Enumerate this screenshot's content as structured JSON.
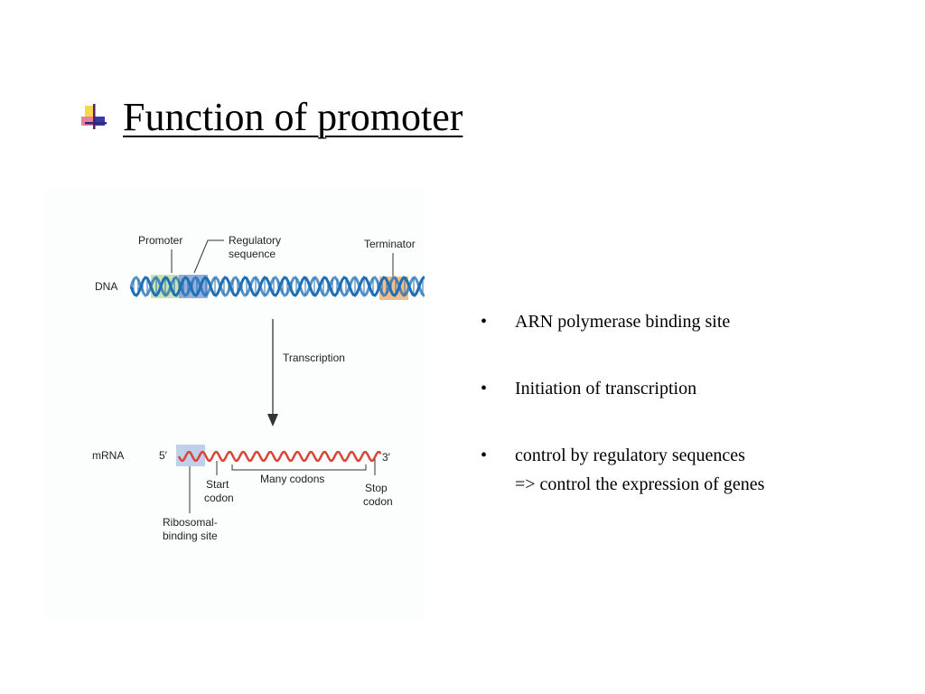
{
  "slide": {
    "title": "Function of promoter",
    "icon": "slide-bullet-cross-icon"
  },
  "figure": {
    "dna_label": "DNA",
    "promoter_label": "Promoter",
    "regulatory_label_line1": "Regulatory",
    "regulatory_label_line2": "sequence",
    "terminator_label": "Terminator",
    "transcription_label": "Transcription",
    "mrna_label": "mRNA",
    "five_prime": "5′",
    "three_prime": "3′",
    "start_codon_line1": "Start",
    "start_codon_line2": "codon",
    "many_codons": "Many codons",
    "stop_codon_line1": "Stop",
    "stop_codon_line2": "codon",
    "ribosomal_line1": "Ribosomal-",
    "ribosomal_line2": "binding site",
    "colors": {
      "dna_strand": "#1f6fb5",
      "promoter_box": "#c8dfa8",
      "regulatory_box": "#8aa6d6",
      "terminator_box": "#f2b77c",
      "mrna_strand": "#d9463a",
      "rbs_box": "#b9cbe8"
    }
  },
  "bullets": [
    {
      "lines": [
        "ARN polymerase binding site"
      ]
    },
    {
      "lines": [
        "Initiation of transcription"
      ]
    },
    {
      "lines": [
        "control by regulatory sequences",
        "=> control the expression of genes"
      ]
    }
  ]
}
